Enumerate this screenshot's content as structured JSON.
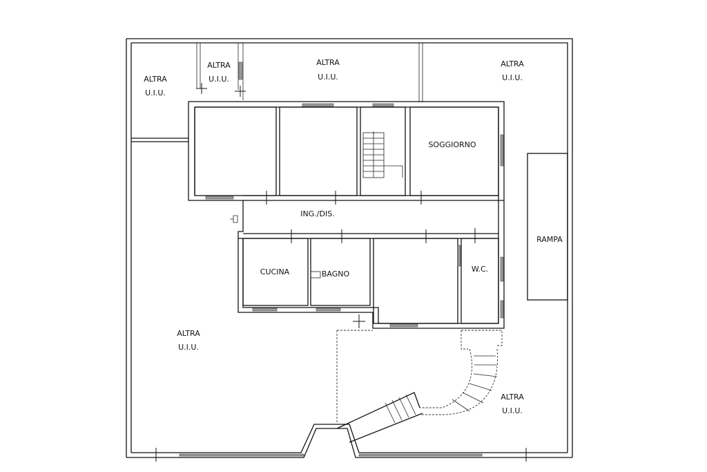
{
  "labels": {
    "altra_top_left": [
      "ALTRA",
      "U.I.U."
    ],
    "altra_top_small": [
      "ALTRA",
      "U.I.U."
    ],
    "altra_top_center": [
      "ALTRA",
      "U.I.U."
    ],
    "altra_top_right": [
      "ALTRA",
      "U.I.U."
    ],
    "altra_bottom_left": [
      "ALTRA",
      "U.I.U."
    ],
    "altra_bottom_right": [
      "ALTRA",
      "U.I.U."
    ],
    "soggiorno": "SOGGIORNO",
    "ingresso": "ING./DIS.",
    "cucina": "CUCINA",
    "bagno": "BAGNO",
    "wc": "W.C.",
    "rampa": "RAMPA"
  }
}
